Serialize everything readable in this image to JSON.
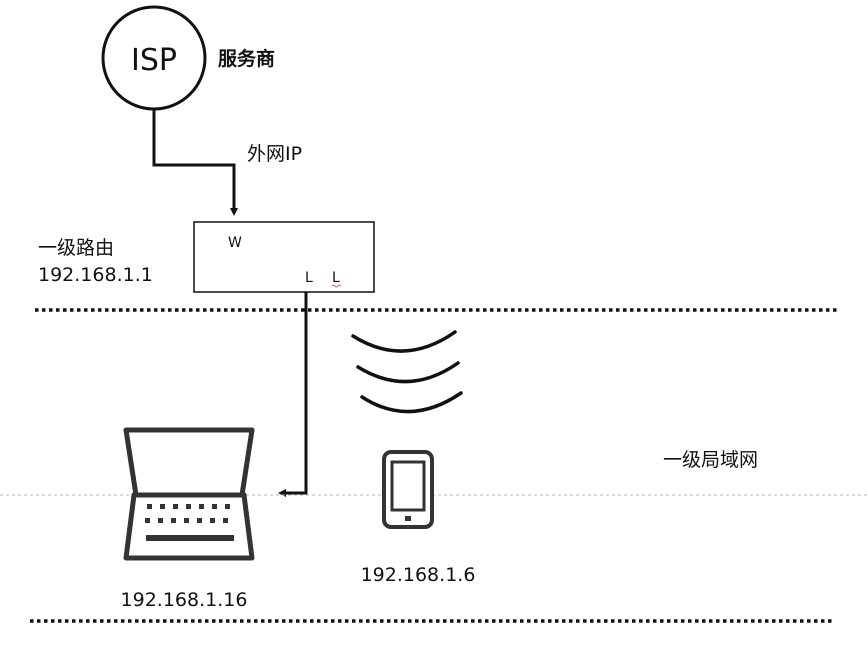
{
  "isp": {
    "label": "ISP",
    "provider_label": "服务商"
  },
  "wan": {
    "label": "外网IP"
  },
  "router": {
    "title": "一级路由",
    "ip": "192.168.1.1",
    "wan_port": "W",
    "lan_port_1": "L",
    "lan_port_2": "L"
  },
  "lan": {
    "label": "一级局域网"
  },
  "devices": {
    "laptop": {
      "ip": "192.168.1.16",
      "icon": "laptop-icon"
    },
    "phone": {
      "ip": "192.168.1.6",
      "icon": "phone-icon"
    },
    "wifi": {
      "icon": "wifi-waves-icon"
    }
  },
  "colors": {
    "stroke": "#111111",
    "dotted_guide": "#b5b5b5"
  }
}
